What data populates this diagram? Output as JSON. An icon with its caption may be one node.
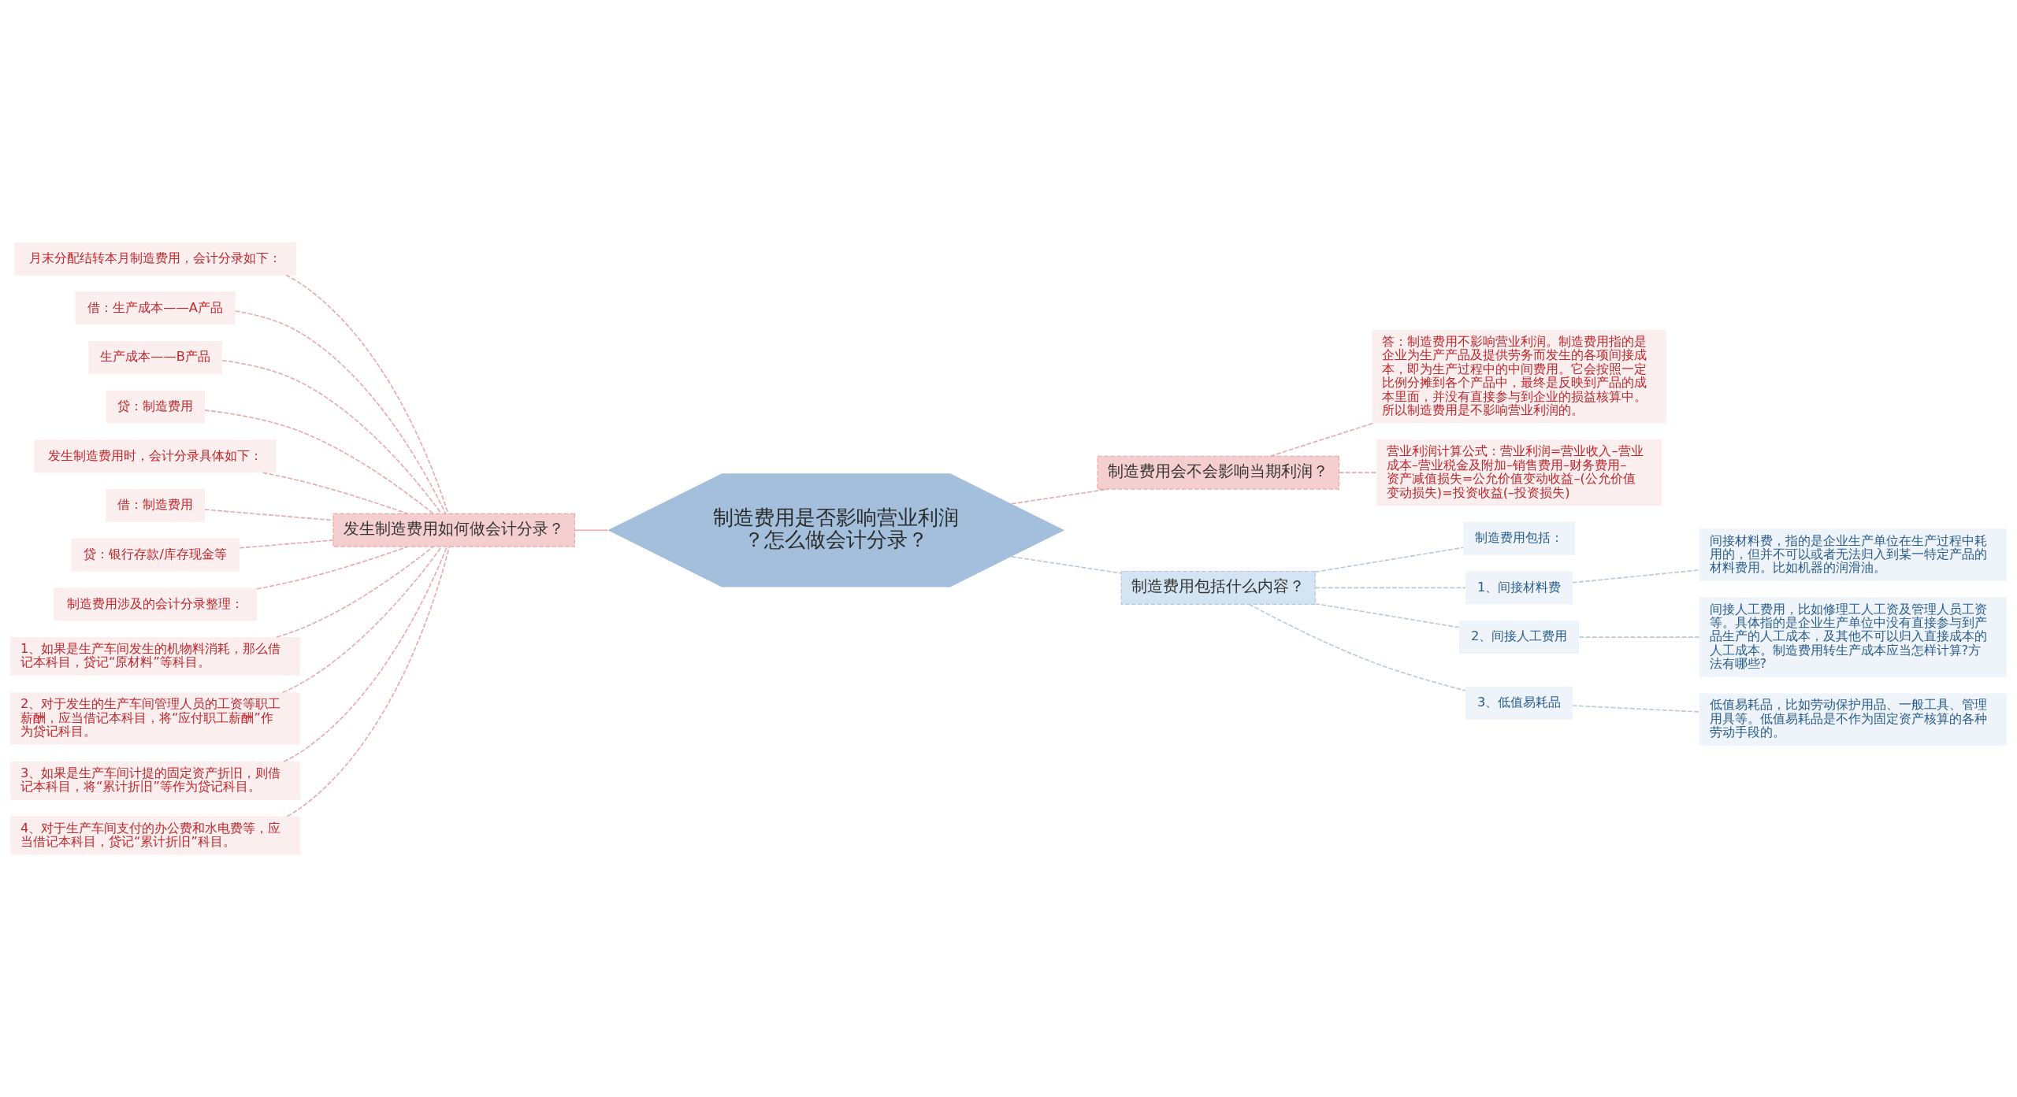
{
  "diagram": {
    "nodes": [
      {
        "text": [
          "制造费用是否影响营业利润？怎么做会计分录？"
        ]
      },
      {
        "text": [
          "发生制造费用如何做会计分录？"
        ]
      },
      {
        "text": [
          "月末分配结转本月制造费用，会计分录如下："
        ]
      },
      {
        "text": [
          "借：生产成本——A产品"
        ]
      },
      {
        "text": [
          "生产成本——B产品"
        ]
      },
      {
        "text": [
          "贷：制造费用"
        ]
      },
      {
        "text": [
          "发生制造费用时，会计分录具体如下："
        ]
      },
      {
        "text": [
          "借：制造费用"
        ]
      },
      {
        "text": [
          "贷：银行存款/库存现金等"
        ]
      },
      {
        "text": [
          "制造费用涉及的会计分录整理："
        ]
      },
      {
        "text": [
          "1、如果是生产车间发生的机物料消耗，那么借记本科目，贷记“原材料”等科目。"
        ]
      },
      {
        "text": [
          "2、对于发生的生产车间管理人员的工资等职工薪酬，应当借记本科目，将“应付职工薪酬”作为贷记科目。"
        ]
      },
      {
        "text": [
          "3、如果是生产车间计提的固定资产折旧，则借记本科目，将“累计折旧”等作为贷记科目。"
        ]
      },
      {
        "text": [
          "4、对于生产车间支付的办公费和水电费等，应当借记本科目，贷记“累计折旧”科目。"
        ]
      },
      {
        "text": [
          "制造费用会不会影响当期利润？"
        ]
      },
      {
        "text": [
          "答：制造费用不影响营业利润。制造费用指的是企业为生产产品及提供劳务而发生的各项间接成本，即为生产过程中的中间费用。它会按照一定比例分摊到各个产品中，最终是反映到产品的成本里面，并没有直接参与到企业的损益核算中。所以制造费用是不影响营业利润的。"
        ]
      },
      {
        "text": [
          "营业利润计算公式：营业利润=营业收入–营业成本–营业税金及附加–销售费用–财务费用–资产减值损失=公允价值变动收益–(公允价值变动损失)=投资收益(–投资损失)"
        ]
      },
      {
        "text": [
          "制造费用包括什么内容？"
        ]
      },
      {
        "text": [
          "制造费用包括："
        ]
      },
      {
        "text": [
          "1、间接材料费"
        ]
      },
      {
        "text": [
          "间接材料费，指的是企业生产单位在生产过程中耗用的，但并不可以或者无法归入到某一特定产品的材料费用。比如机器的润滑油。"
        ]
      },
      {
        "text": [
          "2、间接人工费用"
        ]
      },
      {
        "text": [
          "间接人工费用，比如修理工人工资及管理人员工资等。具体指的是企业生产单位中没有直接参与到产品生产的人工成本，及其他不可以归入直接成本的人工成本。制造费用转生产成本应当怎样计算?方法有哪些?"
        ]
      },
      {
        "text": [
          "3、低值易耗品"
        ]
      },
      {
        "text": [
          "低值易耗品，比如劳动保护用品、一般工具、管理用具等。低值易耗品是不作为固定资产核算的各种劳动手段的。"
        ]
      }
    ],
    "edges": [
      {
        "from": 0,
        "to": 1,
        "arrow": "none",
        "color": "#e8a9a9"
      },
      {
        "from": 1,
        "to": 2,
        "arrow": "none",
        "style": "dashed",
        "color": "#e8a9a9"
      },
      {
        "from": 1,
        "to": 3,
        "arrow": "none",
        "style": "dashed",
        "color": "#e8a9a9"
      },
      {
        "from": 1,
        "to": 4,
        "arrow": "none",
        "style": "dashed",
        "color": "#e8a9a9"
      },
      {
        "from": 1,
        "to": 5,
        "arrow": "none",
        "style": "dashed",
        "color": "#e8a9a9"
      },
      {
        "from": 1,
        "to": 6,
        "arrow": "none",
        "style": "dashed",
        "color": "#e8a9a9"
      },
      {
        "from": 1,
        "to": 7,
        "arrow": "none",
        "style": "dashed",
        "color": "#e8a9a9"
      },
      {
        "from": 1,
        "to": 8,
        "arrow": "none",
        "style": "dashed",
        "color": "#e8a9a9"
      },
      {
        "from": 1,
        "to": 9,
        "arrow": "none",
        "style": "dashed",
        "color": "#e8a9a9"
      },
      {
        "from": 1,
        "to": 10,
        "arrow": "none",
        "style": "dashed",
        "color": "#e8a9a9"
      },
      {
        "from": 1,
        "to": 11,
        "arrow": "none",
        "style": "dashed",
        "color": "#e8a9a9"
      },
      {
        "from": 1,
        "to": 12,
        "arrow": "none",
        "style": "dashed",
        "color": "#e8a9a9"
      },
      {
        "from": 1,
        "to": 13,
        "arrow": "none",
        "style": "dashed",
        "color": "#e8a9a9"
      },
      {
        "from": 0,
        "to": 14,
        "arrow": "none",
        "style": "dashed",
        "color": "#e8a9a9"
      },
      {
        "from": 14,
        "to": 15,
        "arrow": "none",
        "style": "dashed",
        "color": "#e8a9a9"
      },
      {
        "from": 14,
        "to": 16,
        "arrow": "none",
        "style": "dashed",
        "color": "#e8a9a9"
      },
      {
        "from": 0,
        "to": 17,
        "arrow": "none",
        "style": "dashed",
        "color": "#b8c9dc"
      },
      {
        "from": 17,
        "to": 18,
        "arrow": "none",
        "style": "dashed",
        "color": "#b8c9dc"
      },
      {
        "from": 17,
        "to": 19,
        "arrow": "none",
        "style": "dashed",
        "color": "#b8c9dc"
      },
      {
        "from": 19,
        "to": 20,
        "arrow": "none",
        "style": "dashed",
        "color": "#b8c9dc"
      },
      {
        "from": 17,
        "to": 21,
        "arrow": "none",
        "style": "dashed",
        "color": "#b8c9dc"
      },
      {
        "from": 21,
        "to": 22,
        "arrow": "none",
        "style": "dashed",
        "color": "#b8c9dc"
      },
      {
        "from": 17,
        "to": 23,
        "arrow": "none",
        "style": "dashed",
        "color": "#b8c9dc"
      },
      {
        "from": 23,
        "to": 24,
        "arrow": "none",
        "style": "dashed",
        "color": "#b8c9dc"
      }
    ]
  }
}
